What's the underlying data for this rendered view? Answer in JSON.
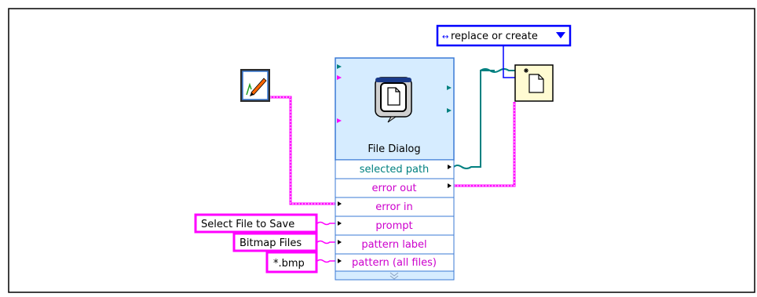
{
  "ring_constant": {
    "value": "replace or create"
  },
  "express_vi": {
    "title": "File Dialog",
    "outputs": [
      "selected path",
      "error out"
    ],
    "inputs": [
      "error in",
      "prompt",
      "pattern label",
      "pattern (all files)"
    ]
  },
  "string_constants": [
    "Select File to Save",
    "Bitmap Files",
    "*.bmp"
  ],
  "colors": {
    "path_wire": "#008080",
    "string_wire": "#ff00ff",
    "node_fill": "#d6ecff",
    "node_border": "#3a7ad6",
    "ring_border": "#0000ff"
  },
  "icons": {
    "left_node": "image-pencil-icon",
    "right_node": "new-file-icon",
    "vi_glyph": "file-dialog-icon"
  }
}
